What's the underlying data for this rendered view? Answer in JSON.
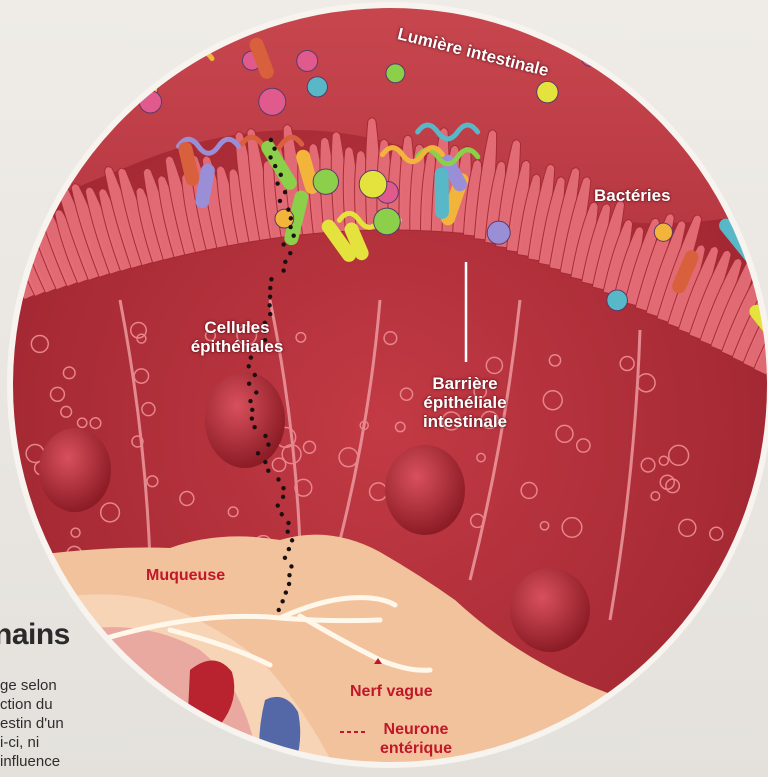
{
  "colors": {
    "tissue": "#b8323c",
    "tissue_light": "#e46e78",
    "mucosa": "#f2c29c",
    "label_red": "#c0182a",
    "label_white": "#ffffff",
    "page_bg": "#e9e6e1"
  },
  "labels": {
    "lumen": "Lumière intestinale",
    "bacteria": "Bactéries",
    "epithelial_cells": [
      "Cellules",
      "épithéliales"
    ],
    "barrier": [
      "Barrière",
      "épithéliale",
      "intestinale"
    ],
    "mucosa": "Muqueuse",
    "vagus_nerve": "Nerf vague",
    "enteric_neuron": [
      "Neurone",
      "entérique"
    ]
  },
  "article": {
    "heading_fragment": "nains",
    "body_lines": [
      "ge selon",
      "ction du",
      "estin d'un",
      "i-ci, ni",
      "influence"
    ]
  }
}
